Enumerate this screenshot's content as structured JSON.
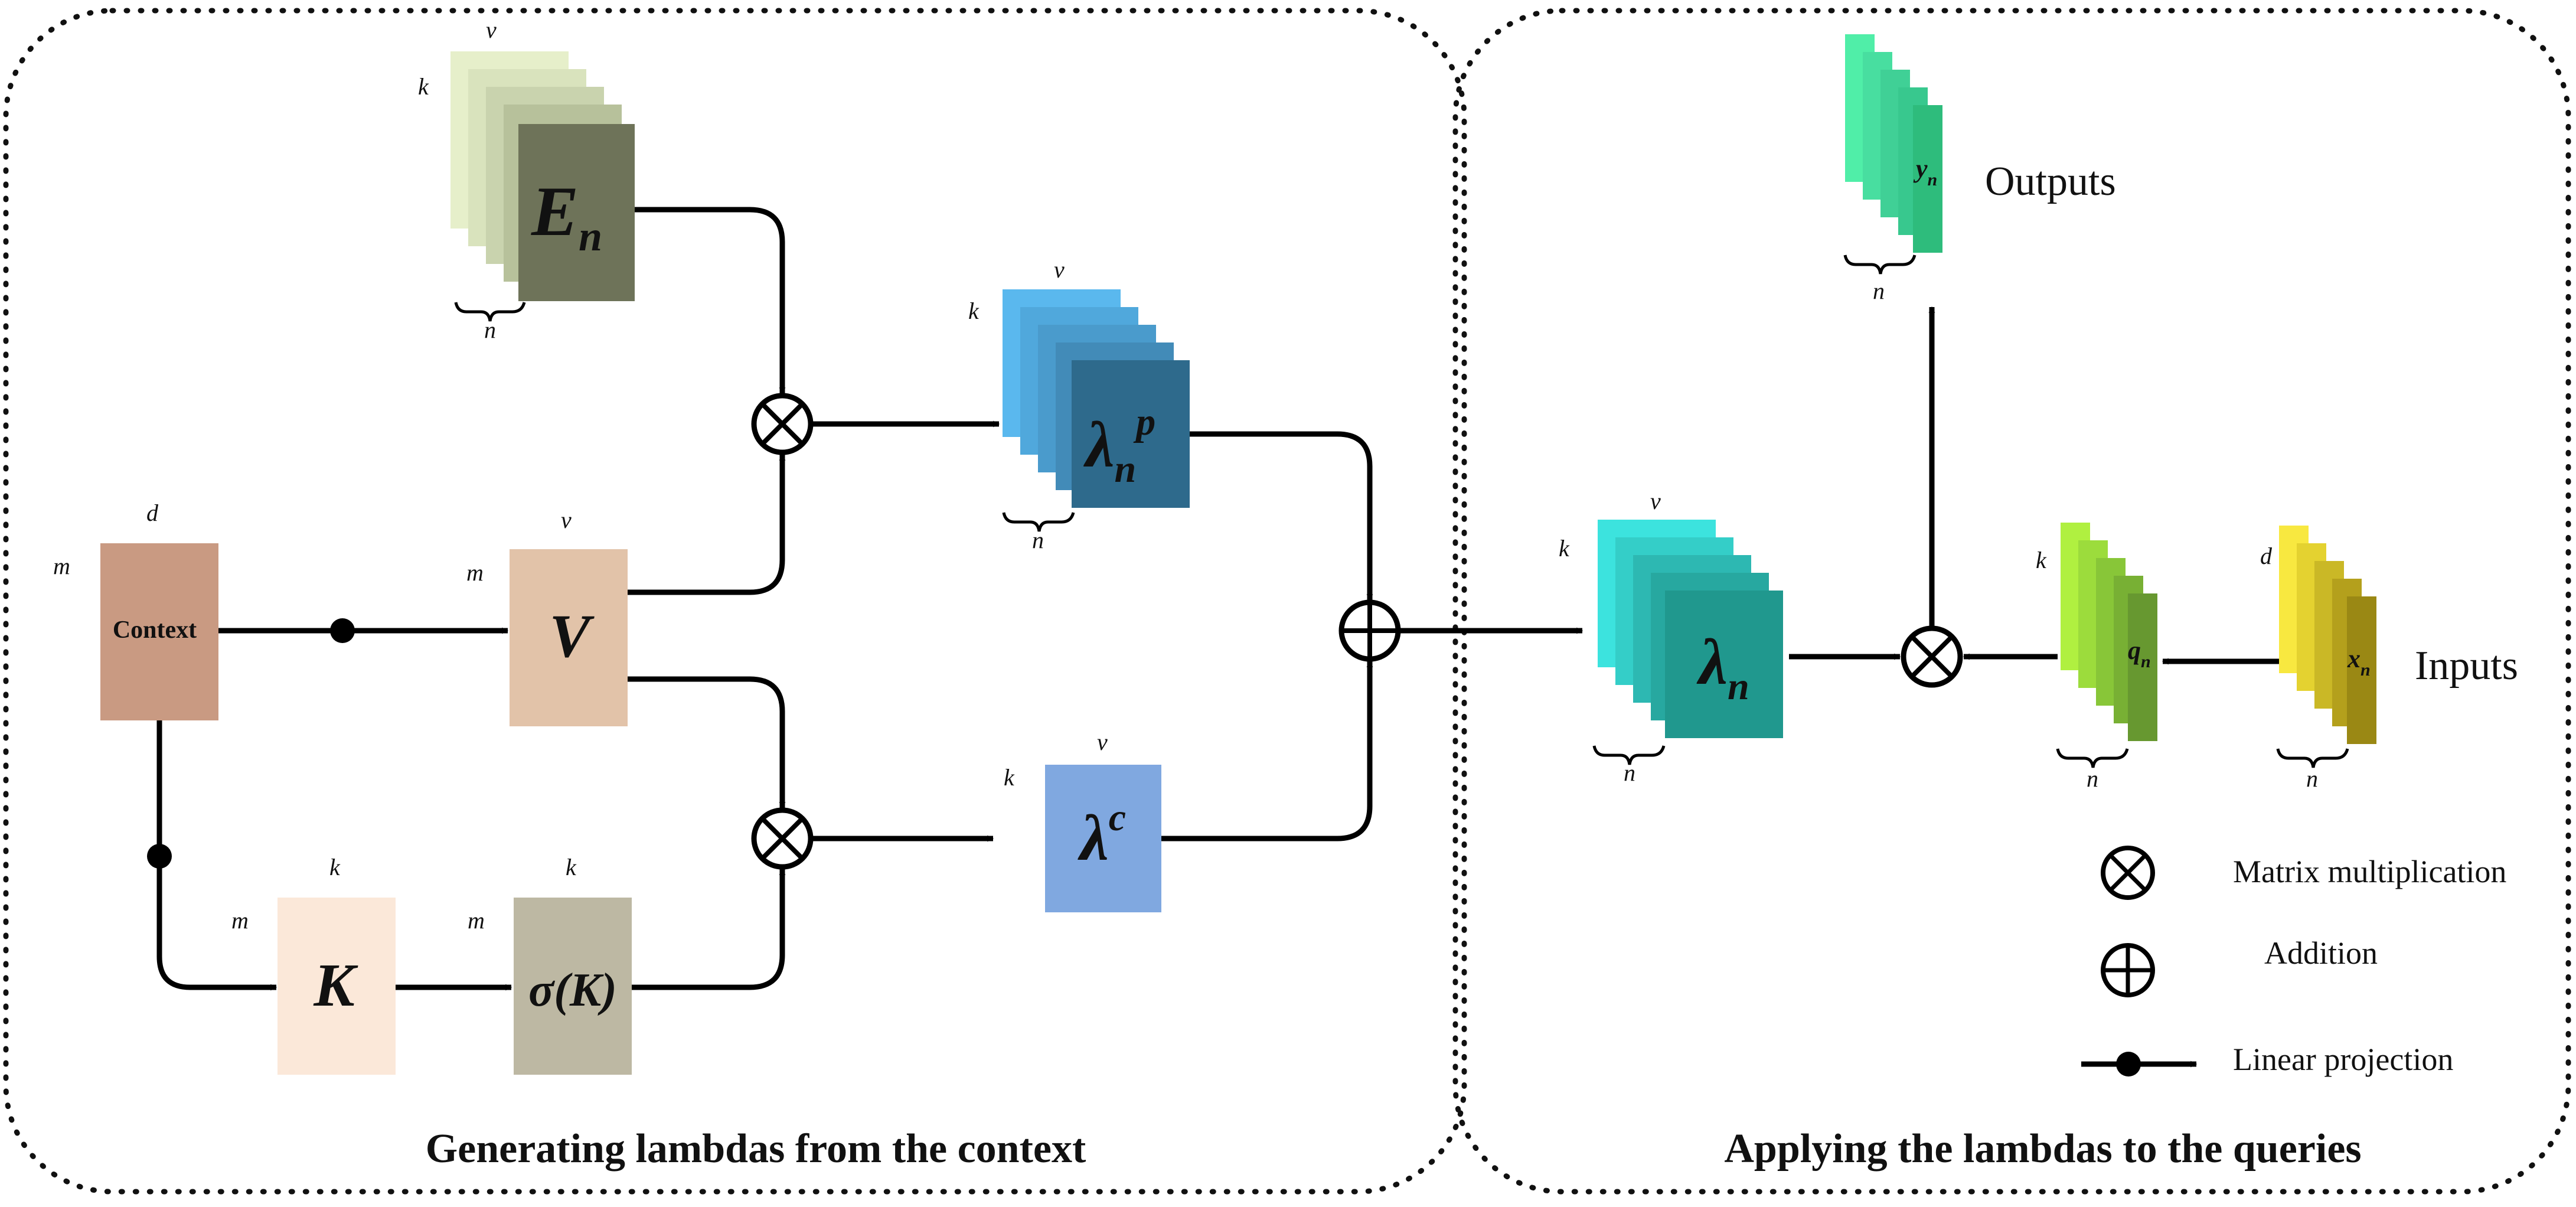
{
  "panels": {
    "left_title": "Generating lambdas from the context",
    "right_title": "Applying the lambdas to the queries"
  },
  "blocks": {
    "context": {
      "label": "Context",
      "dim_rows": "m",
      "dim_cols": "d"
    },
    "v": {
      "label": "V",
      "dim_rows": "m",
      "dim_cols": "v"
    },
    "k": {
      "label": "K",
      "dim_rows": "m",
      "dim_cols": "k"
    },
    "sigma_k": {
      "label": "σ(K)",
      "dim_rows": "m",
      "dim_cols": "k"
    },
    "e_n": {
      "label": "E",
      "sub": "n",
      "dim_rows": "k",
      "dim_cols": "v",
      "dim_stack": "n"
    },
    "lambda_p": {
      "label": "λ",
      "sub": "n",
      "sup": "p",
      "dim_rows": "k",
      "dim_cols": "v",
      "dim_stack": "n"
    },
    "lambda_c": {
      "label": "λ",
      "sup": "c",
      "dim_rows": "k",
      "dim_cols": "v"
    },
    "lambda_n": {
      "label": "λ",
      "sub": "n",
      "dim_rows": "k",
      "dim_cols": "v",
      "dim_stack": "n"
    },
    "q_n": {
      "label": "q",
      "sub": "n",
      "dim_rows": "k",
      "dim_stack": "n"
    },
    "x_n": {
      "label": "x",
      "sub": "n",
      "dim_rows": "d",
      "dim_stack": "n"
    },
    "y_n": {
      "label": "y",
      "sub": "n",
      "dim_stack": "n"
    }
  },
  "side_labels": {
    "outputs": "Outputs",
    "inputs": "Inputs"
  },
  "legend": {
    "matmul": "Matrix multiplication",
    "addition": "Addition",
    "linear": "Linear projection"
  },
  "colors": {
    "context": "#C99A82",
    "v": "#E2C3A9",
    "k": "#FBE8D9",
    "sigma_k": "#BDB8A3",
    "e_n_front": "#6E7359",
    "lambda_p_front": "#2E6A8C",
    "lambda_c": "#80A8E0",
    "lambda_n_front": "#20988E",
    "q_n_front": "#679830",
    "x_n_front": "#9A8814",
    "y_n_front": "#2EBC7C"
  }
}
